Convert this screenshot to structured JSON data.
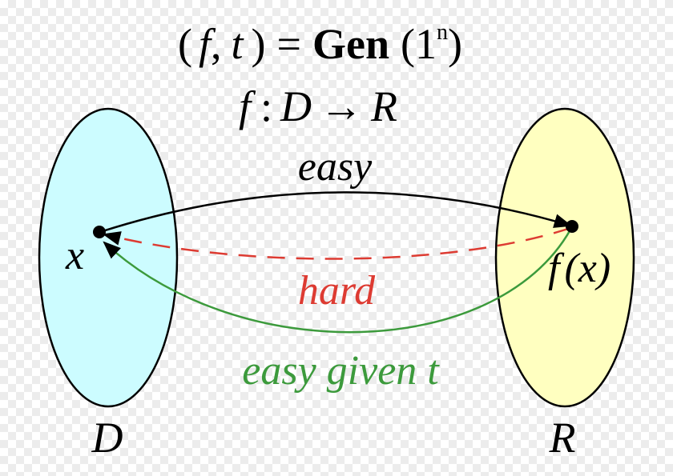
{
  "formula": {
    "line1": {
      "open_paren": "(",
      "f": "f",
      "comma": ",",
      "t": "t",
      "close_paren": ")",
      "equals": "=",
      "gen": "Gen",
      "arg_open": "(1",
      "arg_exp": "n",
      "arg_close": ")"
    },
    "line2": {
      "f": "f",
      "colon": ":",
      "domain": "D",
      "arrow": "→",
      "range": "R"
    }
  },
  "labels": {
    "x": "x",
    "fx_f": "f",
    "fx_arg": "(x)",
    "easy": "easy",
    "hard": "hard",
    "easy_given_t": "easy given t",
    "set_d": "D",
    "set_r": "R"
  },
  "colors": {
    "domain_fill": "#ccfcff",
    "range_fill": "#ffffc0",
    "outline": "#000000",
    "easy_arrow": "#000000",
    "hard_arrow": "#dd3b32",
    "trapdoor_arrow": "#3c9a3c"
  }
}
